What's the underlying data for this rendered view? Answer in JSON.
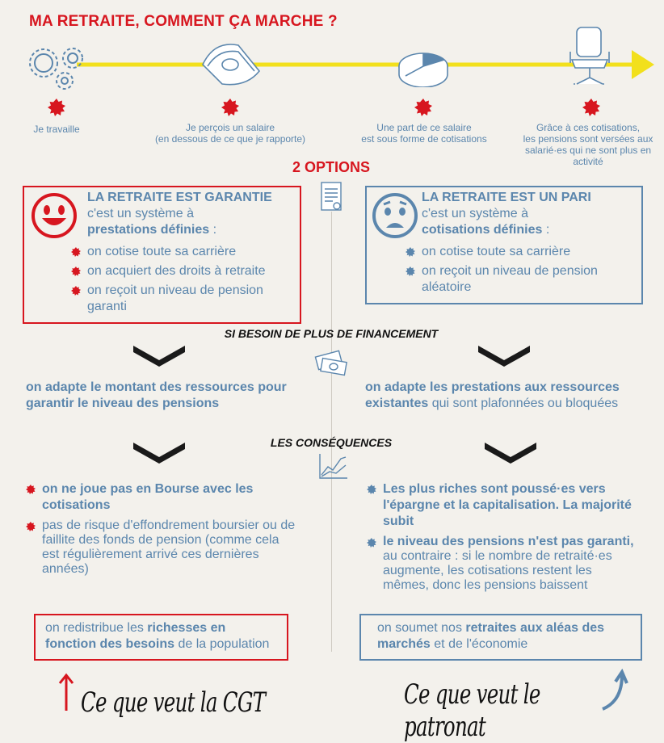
{
  "title": "MA RETRAITE, COMMENT ÇA MARCHE ?",
  "steps": [
    {
      "icon": "gears-icon",
      "text": "Je travaille"
    },
    {
      "icon": "banknotes-icon",
      "text": "Je perçois un salaire",
      "sub": "(en dessous de ce que je rapporte)"
    },
    {
      "icon": "pie-chart-icon",
      "text": "Une part de ce salaire",
      "sub": "est sous forme de cotisations"
    },
    {
      "icon": "office-chair-icon",
      "text": "Grâce à ces cotisations,",
      "sub": "les pensions sont versées aux salarié·es qui ne sont plus en activité"
    }
  ],
  "options_title": "2 OPTIONS",
  "left": {
    "heading": "LA RETRAITE EST GARANTIE",
    "intro": "c'est un système à",
    "intro_bold": "prestations définies",
    "intro_end": " :",
    "bullets": [
      "on cotise toute sa carrière",
      "on acquiert des droits à retraite",
      "on reçoit un niveau de pension garanti"
    ],
    "adapt_bold": "on adapte le montant des ressources pour garantir le niveau des pensions",
    "cons": [
      {
        "bold": "on ne joue pas en Bourse avec les cotisations",
        "rest": ""
      },
      {
        "bold": "",
        "rest": "pas de risque d'effondrement boursier ou de faillite des fonds de pension (comme cela est régulièrement arrivé ces dernières années)"
      }
    ],
    "box_pre": "on redistribue les ",
    "box_bold1": "richesses en fonction des besoins",
    "box_post": " de la population",
    "signature": "Ce que veut la CGT"
  },
  "right": {
    "heading": "LA RETRAITE EST UN PARI",
    "intro": "c'est un système à",
    "intro_bold": "cotisations définies",
    "intro_end": " :",
    "bullets": [
      "on cotise toute sa carrière",
      "on reçoit un niveau de pension aléatoire"
    ],
    "adapt_bold": "on adapte les prestations aux ressources existantes",
    "adapt_rest": " qui sont plafonnées ou bloquées",
    "cons": [
      {
        "bold": "Les plus riches sont poussé·es vers l'épargne et la capitalisation. La majorité subit",
        "rest": ""
      },
      {
        "bold": "le niveau des pensions n'est pas garanti,",
        "rest": " au contraire : si le nombre de retraité·es augmente, les cotisations restent les mêmes, donc les pensions baissent"
      }
    ],
    "box_pre": "on soumet nos ",
    "box_bold1": "retraites aux aléas des marchés",
    "box_post": " et de l'économie",
    "signature": "Ce que veut le patronat"
  },
  "mid1": "SI BESOIN DE PLUS DE FINANCEMENT",
  "mid2": "LES CONSÉQUENCES",
  "colors": {
    "red": "#d7161f",
    "blue": "#5b86ad",
    "yellow": "#f2e01c",
    "bg": "#f3f1ec"
  }
}
